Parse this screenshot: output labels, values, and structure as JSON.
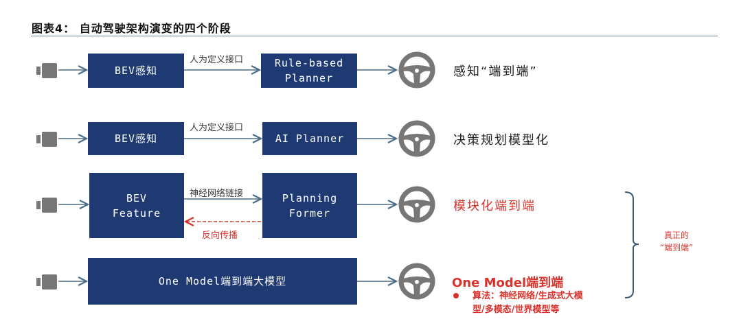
{
  "title": "图表4： 自动驾驶架构演变的四个阶段",
  "stages": [
    {
      "input": "BEV感知",
      "link": "人为定义接口",
      "planner": "Rule-based Planner",
      "planner_lines": [
        "Rule-based",
        "Planner"
      ],
      "result": "感知“端到端”"
    },
    {
      "input": "BEV感知",
      "link": "人为定义接口",
      "planner": "AI Planner",
      "result": "决策规划模型化"
    },
    {
      "input_lines": [
        "BEV",
        "Feature"
      ],
      "link": "神经网络链接",
      "backprop": "反向传播",
      "planner_lines": [
        "Planning",
        "Former"
      ],
      "result": "模块化端到端"
    },
    {
      "model": "One Model端到端大模型",
      "result": "One Model端到端",
      "bullet_lines": [
        "算法：神经网络/生成式大模",
        "型/多模态/世界模型等"
      ]
    }
  ],
  "brace_label": [
    "真正的",
    "“端到端”"
  ],
  "colors": {
    "box": "#1f3a73",
    "red": "#d9322b",
    "icon": "#777777",
    "arrow": "#4a6f8a"
  }
}
